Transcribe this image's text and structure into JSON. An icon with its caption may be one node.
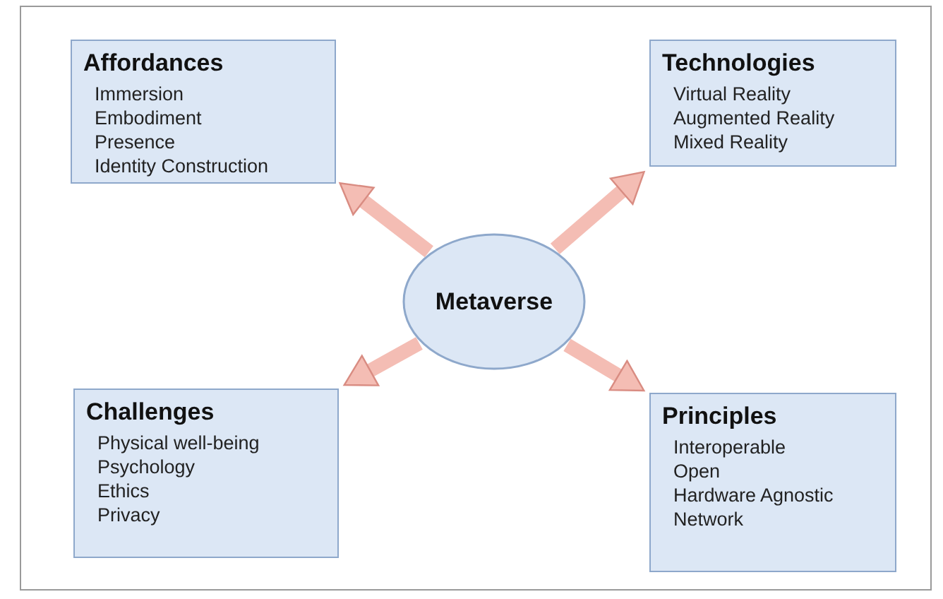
{
  "diagram": {
    "nodes": [
      {
        "text": [
          "Affordances",
          "Immersion",
          "Embodiment",
          "Presence",
          "Identity Construction"
        ]
      },
      {
        "text": [
          "Technologies",
          "Virtual Reality",
          "Augmented Reality",
          "Mixed Reality"
        ]
      },
      {
        "text": [
          "Metaverse"
        ]
      },
      {
        "text": [
          "Challenges",
          "Physical well-being",
          "Psychology",
          "Ethics",
          "Privacy"
        ]
      },
      {
        "text": [
          "Principles",
          "Interoperable",
          "Open",
          "Hardware Agnostic",
          "Network"
        ]
      }
    ],
    "edges": [
      {
        "from": 2,
        "to": 0,
        "arrow": "to"
      },
      {
        "from": 2,
        "to": 1,
        "arrow": "to"
      },
      {
        "from": 2,
        "to": 3,
        "arrow": "to"
      },
      {
        "from": 2,
        "to": 4,
        "arrow": "to"
      }
    ]
  }
}
